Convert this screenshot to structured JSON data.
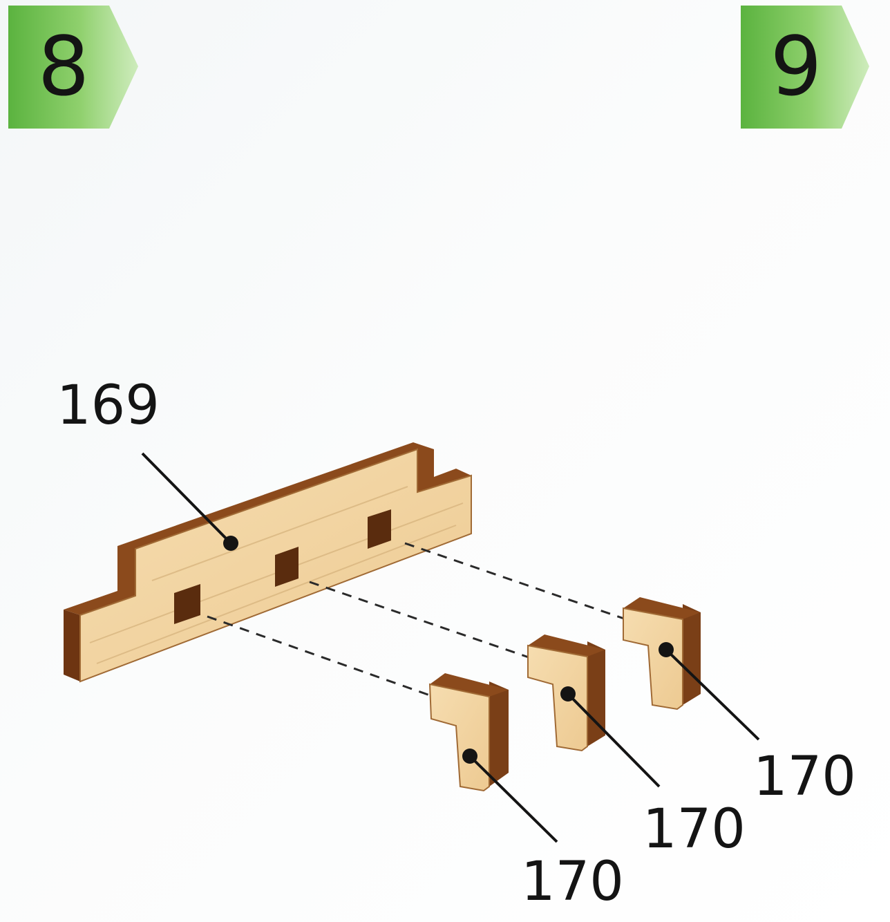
{
  "steps": {
    "current": "8",
    "next": "9"
  },
  "parts": {
    "rail_label": "169",
    "peg_labels": [
      "170",
      "170",
      "170"
    ]
  },
  "colors": {
    "step_badge_green": "#6cbd4f",
    "wood_face": "#f1d5a3",
    "wood_edge": "#7a3f17"
  },
  "icons": {
    "step_badge": "green-chevron-badge"
  }
}
